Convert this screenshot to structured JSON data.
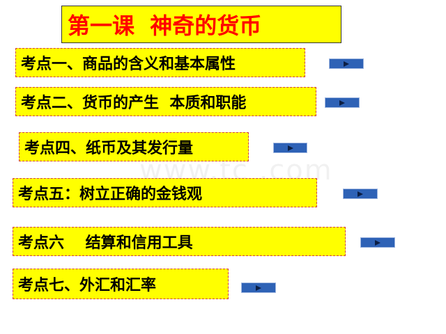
{
  "slide": {
    "title": "第一课  神奇的货币",
    "topics": [
      {
        "label": "考点一、商品的含义和基本属性"
      },
      {
        "label": "考点二、货币的产生  本质和职能"
      },
      {
        "label": "考点四、纸币及其发行量"
      },
      {
        "label": "考点五：树立正确的金钱观"
      },
      {
        "label": "考点六    结算和信用工具"
      },
      {
        "label": "考点七、外汇和汇率"
      }
    ]
  },
  "colors": {
    "title_bg": "#ffff00",
    "title_text": "#ff0000",
    "topic_bg": "#ffff00",
    "nav_button": "#2e62b6"
  },
  "icons": {
    "nav": "play-arrow-icon"
  }
}
